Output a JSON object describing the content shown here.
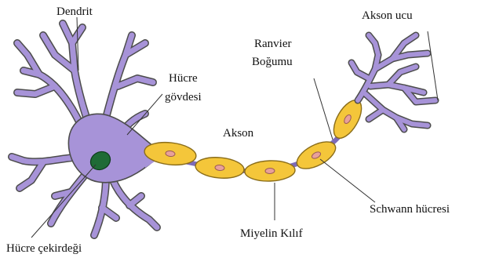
{
  "labels": {
    "dendrit": "Dendrit",
    "akson_ucu": "Akson ucu",
    "ranvier_line1": "Ranvier",
    "ranvier_line2": "Boğumu",
    "hucre_govdesi_line1": "Hücre",
    "hucre_govdesi_line2": "gövdesi",
    "akson": "Akson",
    "schwann": "Schwann hücresi",
    "miyelin": "Miyelin Kılıf",
    "cekirdek": "Hücre çekirdeği"
  },
  "colors": {
    "neuron_fill": "#a793d8",
    "neuron_stroke": "#4d4d4d",
    "myelin_fill": "#f4c63a",
    "myelin_stroke": "#8a6d1a",
    "schwann_nucleus_fill": "#e8a09a",
    "cell_nucleus_fill": "#1f6b36",
    "leader_line": "#333333"
  }
}
